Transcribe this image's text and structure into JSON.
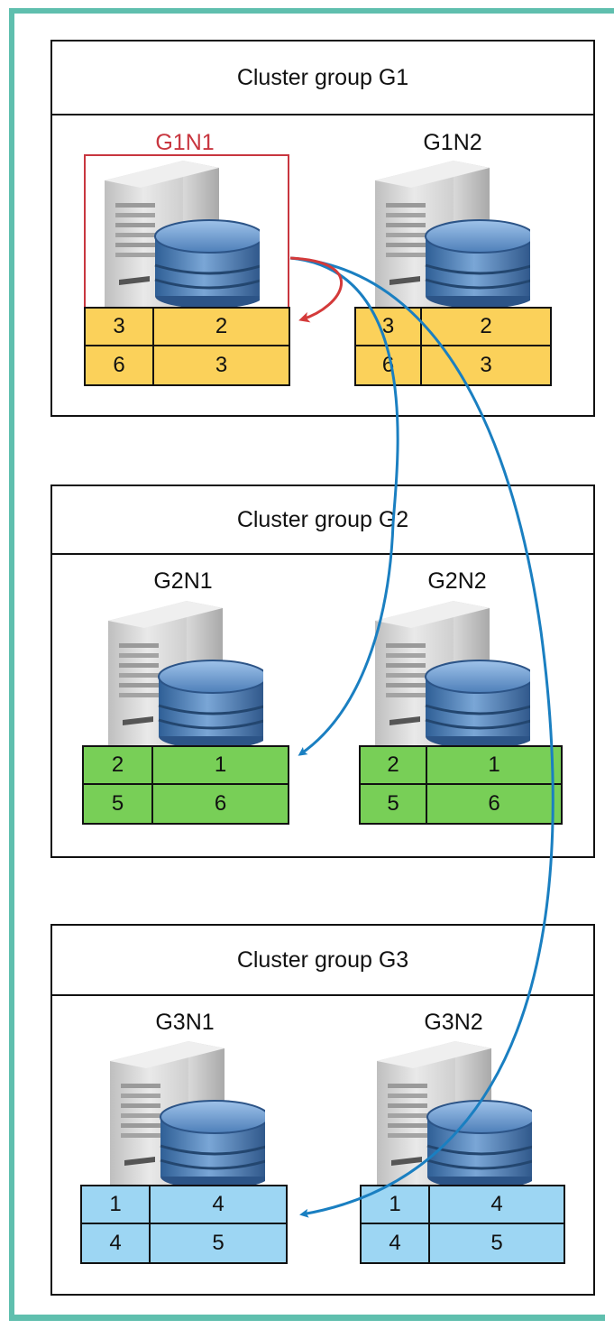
{
  "colors": {
    "frame": "#5fbfae",
    "highlight": "#c8363f",
    "arrow_blue": "#1a7fc1",
    "arrow_red": "#d43a3a",
    "g1_cells": "#fbd15a",
    "g2_cells": "#78cf57",
    "g3_cells": "#9dd6f3"
  },
  "groups": [
    {
      "title": "Cluster group G1",
      "color": "#fbd15a",
      "nodes": [
        {
          "name": "G1N1",
          "highlight": true,
          "cells": [
            [
              "3",
              "2"
            ],
            [
              "6",
              "3"
            ]
          ]
        },
        {
          "name": "G1N2",
          "highlight": false,
          "cells": [
            [
              "3",
              "2"
            ],
            [
              "6",
              "3"
            ]
          ]
        }
      ]
    },
    {
      "title": "Cluster group G2",
      "color": "#78cf57",
      "nodes": [
        {
          "name": "G2N1",
          "highlight": false,
          "cells": [
            [
              "2",
              "1"
            ],
            [
              "5",
              "6"
            ]
          ]
        },
        {
          "name": "G2N2",
          "highlight": false,
          "cells": [
            [
              "2",
              "1"
            ],
            [
              "5",
              "6"
            ]
          ]
        }
      ]
    },
    {
      "title": "Cluster group G3",
      "color": "#9dd6f3",
      "nodes": [
        {
          "name": "G3N1",
          "highlight": false,
          "cells": [
            [
              "1",
              "4"
            ],
            [
              "4",
              "5"
            ]
          ]
        },
        {
          "name": "G3N2",
          "highlight": false,
          "cells": [
            [
              "1",
              "4"
            ],
            [
              "4",
              "5"
            ]
          ]
        }
      ]
    }
  ],
  "icons": {
    "server": "server-tower-icon",
    "database": "database-cylinder-icon"
  }
}
